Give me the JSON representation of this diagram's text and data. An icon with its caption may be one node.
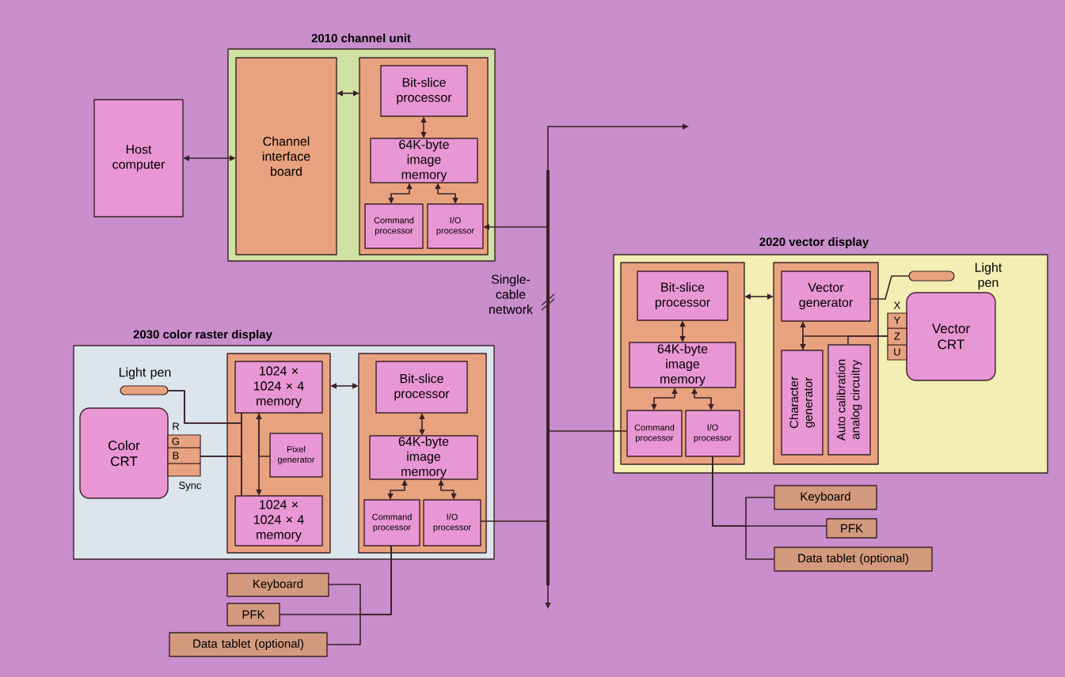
{
  "diagram": {
    "nodes": [
      {
        "text": [
          "2010 channel unit"
        ]
      },
      {
        "text": [
          "Host computer"
        ]
      },
      {
        "text": [
          "Channel interface board"
        ],
        "in": 0
      },
      {
        "text": [],
        "shape": "box",
        "in": 0
      },
      {
        "text": [
          "Bit-slice processor"
        ],
        "in": 3
      },
      {
        "text": [
          "64K-byte image memory"
        ],
        "in": 3
      },
      {
        "text": [
          "Command processor"
        ],
        "in": 3
      },
      {
        "text": [
          "I/O processor"
        ],
        "in": 3
      },
      {
        "text": [
          "2030 color raster display"
        ]
      },
      {
        "text": [
          "Light pen"
        ],
        "in": 8
      },
      {
        "text": [
          "Color CRT"
        ],
        "in": 8
      },
      {
        "text": [],
        "shape": "box",
        "in": 8
      },
      {
        "text": [
          "1024 × 1024 × 4 memory"
        ],
        "in": 11
      },
      {
        "text": [
          "Pixel generator"
        ],
        "in": 11
      },
      {
        "text": [
          "1024 × 1024 × 4 memory"
        ],
        "in": 11
      },
      {
        "text": [],
        "shape": "box",
        "in": 8
      },
      {
        "text": [
          "Bit-slice processor"
        ],
        "in": 15
      },
      {
        "text": [
          "64K-byte image memory"
        ],
        "in": 15
      },
      {
        "text": [
          "Command processor"
        ],
        "in": 15
      },
      {
        "text": [
          "I/O processor"
        ],
        "in": 15
      },
      {
        "text": [
          "Keyboard"
        ]
      },
      {
        "text": [
          "PFK"
        ]
      },
      {
        "text": [
          "Data tablet (optional)"
        ]
      },
      {
        "text": [
          "2020 vector display"
        ]
      },
      {
        "text": [],
        "shape": "box",
        "in": 23
      },
      {
        "text": [
          "Bit-slice processor"
        ],
        "in": 24
      },
      {
        "text": [
          "64K-byte image memory"
        ],
        "in": 24
      },
      {
        "text": [
          "Command processor"
        ],
        "in": 24
      },
      {
        "text": [
          "I/O processor"
        ],
        "in": 24
      },
      {
        "text": [],
        "shape": "box",
        "in": 23
      },
      {
        "text": [
          "Vector generator"
        ],
        "in": 29
      },
      {
        "text": [
          "Character generator"
        ],
        "in": 29
      },
      {
        "text": [
          "Auto calibration analog circuitry"
        ],
        "in": 29
      },
      {
        "text": [
          "Light pen"
        ],
        "in": 23
      },
      {
        "text": [
          "Vector CRT"
        ],
        "in": 23
      },
      {
        "text": [
          "Keyboard"
        ]
      },
      {
        "text": [
          "PFK"
        ]
      },
      {
        "text": [
          "Data tablet (optional)"
        ]
      },
      {
        "text": [],
        "shape": "bar",
        "beside": [
          "Single-cable network"
        ]
      }
    ],
    "edges": [
      {
        "from": 1,
        "to": 2,
        "arrow": "both"
      },
      {
        "from": 2,
        "to": 3,
        "arrow": "both"
      },
      {
        "from": 4,
        "to": 5,
        "arrow": "both"
      },
      {
        "from": 5,
        "to": 6,
        "arrow": "both"
      },
      {
        "from": 5,
        "to": 7,
        "arrow": "both"
      },
      {
        "from": 38,
        "to": 7,
        "arrow": "to"
      },
      {
        "from": 38,
        "to": null,
        "arrow": "to"
      },
      {
        "from": 38,
        "to": null,
        "arrow": "to"
      },
      {
        "from": 9,
        "to": 12,
        "arrow": "none"
      },
      {
        "from": 9,
        "to": 14,
        "arrow": "none"
      },
      {
        "from": 10,
        "to": 12,
        "arrow": "none"
      },
      {
        "from": 10,
        "to": 14,
        "arrow": "none"
      },
      {
        "from": 13,
        "to": 12,
        "arrow": "none"
      },
      {
        "from": 12,
        "to": 14,
        "arrow": "both"
      },
      {
        "from": 11,
        "to": 15,
        "arrow": "both"
      },
      {
        "from": 16,
        "to": 17,
        "arrow": "both"
      },
      {
        "from": 17,
        "to": 18,
        "arrow": "both"
      },
      {
        "from": 17,
        "to": 19,
        "arrow": "both"
      },
      {
        "from": 19,
        "to": 38,
        "arrow": "none"
      },
      {
        "from": 18,
        "to": 21,
        "arrow": "none"
      },
      {
        "from": 18,
        "to": 20,
        "arrow": "none"
      },
      {
        "from": 18,
        "to": 22,
        "arrow": "none"
      },
      {
        "from": 24,
        "to": 29,
        "arrow": "both"
      },
      {
        "from": 25,
        "to": 26,
        "arrow": "both"
      },
      {
        "from": 26,
        "to": 27,
        "arrow": "both"
      },
      {
        "from": 26,
        "to": 28,
        "arrow": "both"
      },
      {
        "from": 30,
        "to": 31,
        "arrow": "both"
      },
      {
        "from": 31,
        "to": 34,
        "arrow": "none"
      },
      {
        "from": 32,
        "to": 34,
        "arrow": "none"
      },
      {
        "from": 33,
        "to": 30,
        "arrow": "none"
      },
      {
        "from": 38,
        "to": 27,
        "arrow": "none"
      },
      {
        "from": 28,
        "to": 36,
        "arrow": "none"
      },
      {
        "from": 28,
        "to": 35,
        "arrow": "none"
      },
      {
        "from": 28,
        "to": 37,
        "arrow": "none"
      }
    ],
    "labels": [
      "X",
      "Y",
      "Z",
      "U",
      "R",
      "G",
      "B",
      "Sync"
    ]
  }
}
